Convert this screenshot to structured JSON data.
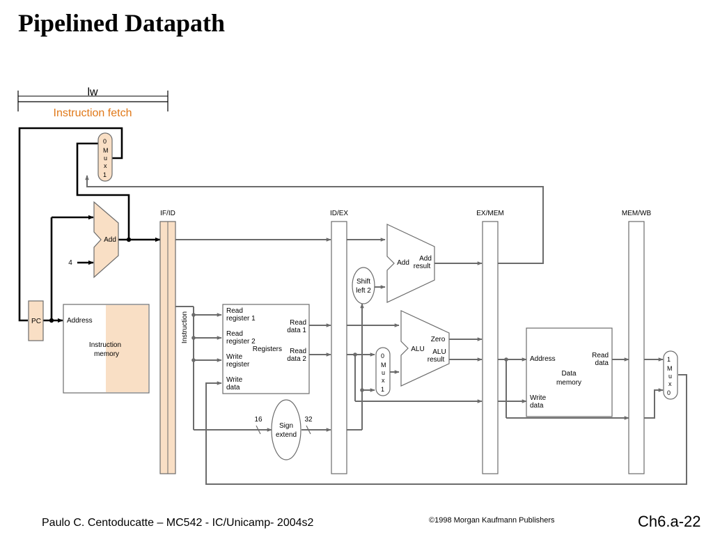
{
  "slide": {
    "title": "Pipelined Datapath",
    "footer_left": "Paulo C. Centoducatte – MC542 - IC/Unicamp- 2004s2",
    "footer_center": "©1998 Morgan Kaufmann Publishers",
    "footer_right": "Ch6.a-22"
  },
  "header": {
    "instruction": "lw",
    "stage": "Instruction fetch"
  },
  "colors": {
    "stage_label": "#e07818",
    "unit_fill": "#f9dfc5",
    "wire": "#6b6b6b",
    "wire_active": "#000000"
  },
  "pipeline_registers": [
    "IF/ID",
    "ID/EX",
    "EX/MEM",
    "MEM/WB"
  ],
  "units": {
    "pc": "PC",
    "constant_four": "4",
    "add_pc": "Add",
    "mux_pc": [
      "0",
      "M",
      "u",
      "x",
      "1"
    ],
    "inst_mem": {
      "address": "Address",
      "name_line1": "Instruction",
      "name_line2": "memory"
    },
    "instruction_bus": "Instruction",
    "registers": {
      "read_reg1_a": "Read",
      "read_reg1_b": "register 1",
      "read_reg2_a": "Read",
      "read_reg2_b": "register 2",
      "write_reg_a": "Write",
      "write_reg_b": "register",
      "write_data_a": "Write",
      "write_data_b": "data",
      "read_data1_a": "Read",
      "read_data1_b": "data 1",
      "read_data2_a": "Read",
      "read_data2_b": "data 2",
      "name": "Registers"
    },
    "sign_extend": {
      "line1": "Sign",
      "line2": "extend",
      "in_bits": "16",
      "out_bits": "32"
    },
    "shift_left": {
      "line1": "Shift",
      "line2": "left 2"
    },
    "branch_adder": {
      "name": "Add",
      "result_a": "Add",
      "result_b": "result"
    },
    "mux_alu": [
      "0",
      "M",
      "u",
      "x",
      "1"
    ],
    "alu": {
      "name": "ALU",
      "zero": "Zero",
      "result_a": "ALU",
      "result_b": "result"
    },
    "data_mem": {
      "address": "Address",
      "read_a": "Read",
      "read_b": "data",
      "write_a": "Write",
      "write_b": "data",
      "name_line1": "Data",
      "name_line2": "memory"
    },
    "mux_wb": [
      "1",
      "M",
      "u",
      "x",
      "0"
    ]
  }
}
